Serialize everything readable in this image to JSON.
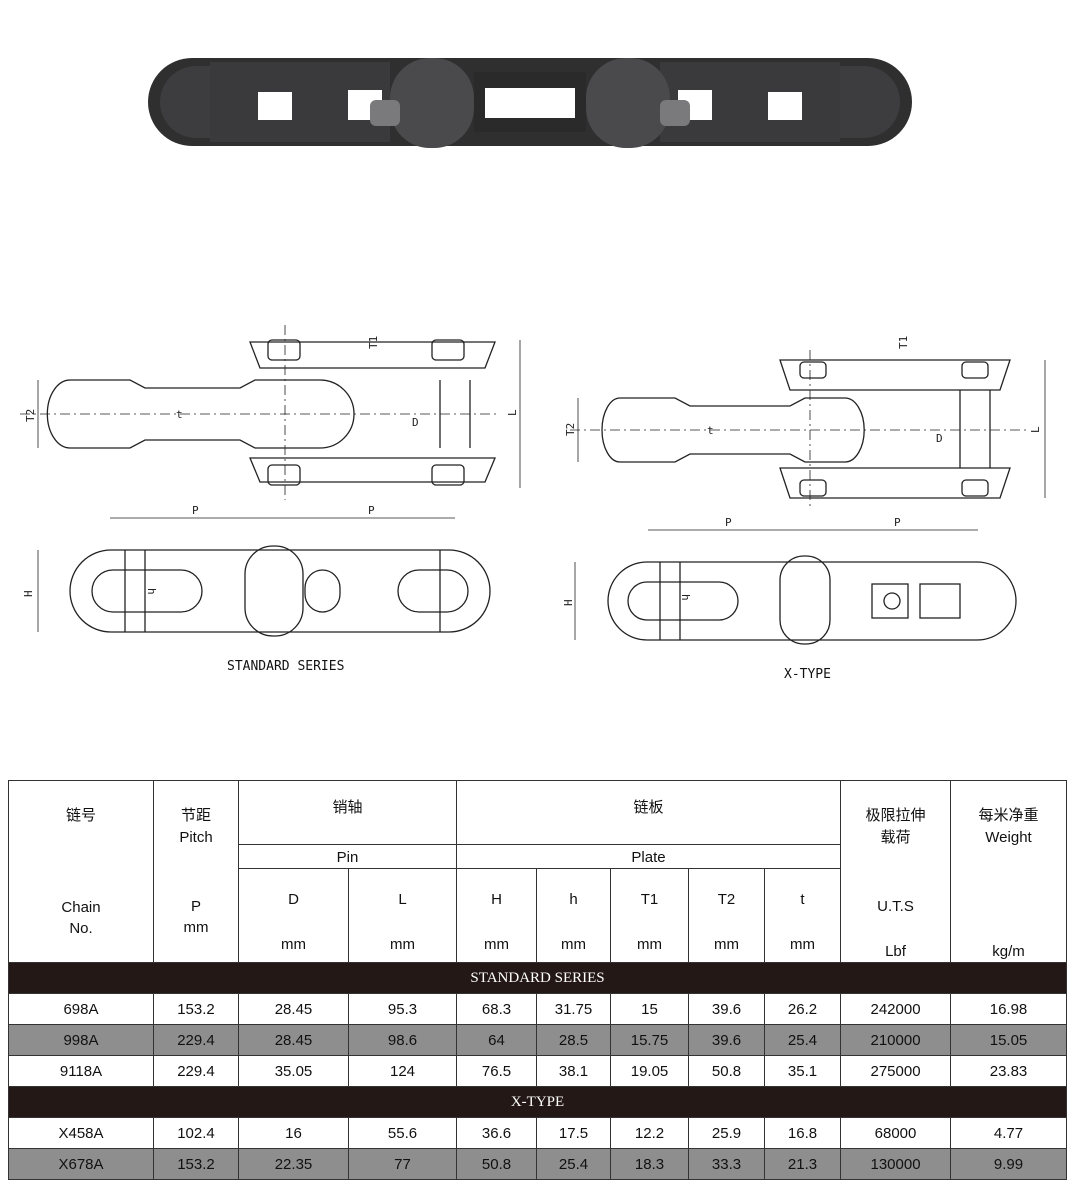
{
  "drawings": {
    "standard_caption": "STANDARD SERIES",
    "xtype_caption": "X-TYPE",
    "labels": {
      "T1": "T1",
      "T2": "T2",
      "t": "t",
      "D": "D",
      "L": "L",
      "P": "P",
      "H": "H",
      "h": "h"
    }
  },
  "table": {
    "header": {
      "chain_cn": "链号",
      "chain_en1": "Chain",
      "chain_en2": "No.",
      "pitch_cn": "节距",
      "pitch_en": "Pitch",
      "pitch_sym": "P",
      "pitch_unit": "mm",
      "pin_cn": "销轴",
      "pin_en": "Pin",
      "plate_cn": "链板",
      "plate_en": "Plate",
      "uts_cn1": "极限拉伸",
      "uts_cn2": "载荷",
      "uts_sym": "U.T.S",
      "uts_unit": "Lbf",
      "weight_cn": "每米净重",
      "weight_en": "Weight",
      "weight_unit": "kg/m",
      "cols": [
        {
          "sym": "D",
          "unit": "mm"
        },
        {
          "sym": "L",
          "unit": "mm"
        },
        {
          "sym": "H",
          "unit": "mm"
        },
        {
          "sym": "h",
          "unit": "mm"
        },
        {
          "sym": "T1",
          "unit": "mm"
        },
        {
          "sym": "T2",
          "unit": "mm"
        },
        {
          "sym": "t",
          "unit": "mm"
        }
      ]
    },
    "sections": [
      {
        "title": "STANDARD SERIES",
        "rows": [
          [
            "698A",
            "153.2",
            "28.45",
            "95.3",
            "68.3",
            "31.75",
            "15",
            "39.6",
            "26.2",
            "242000",
            "16.98"
          ],
          [
            "998A",
            "229.4",
            "28.45",
            "98.6",
            "64",
            "28.5",
            "15.75",
            "39.6",
            "25.4",
            "210000",
            "15.05"
          ],
          [
            "9118A",
            "229.4",
            "35.05",
            "124",
            "76.5",
            "38.1",
            "19.05",
            "50.8",
            "35.1",
            "275000",
            "23.83"
          ]
        ]
      },
      {
        "title": "X-TYPE",
        "rows": [
          [
            "X458A",
            "102.4",
            "16",
            "55.6",
            "36.6",
            "17.5",
            "12.2",
            "25.9",
            "16.8",
            "68000",
            "4.77"
          ],
          [
            "X678A",
            "153.2",
            "22.35",
            "77",
            "50.8",
            "25.4",
            "18.3",
            "33.3",
            "21.3",
            "130000",
            "9.99"
          ]
        ]
      }
    ]
  }
}
